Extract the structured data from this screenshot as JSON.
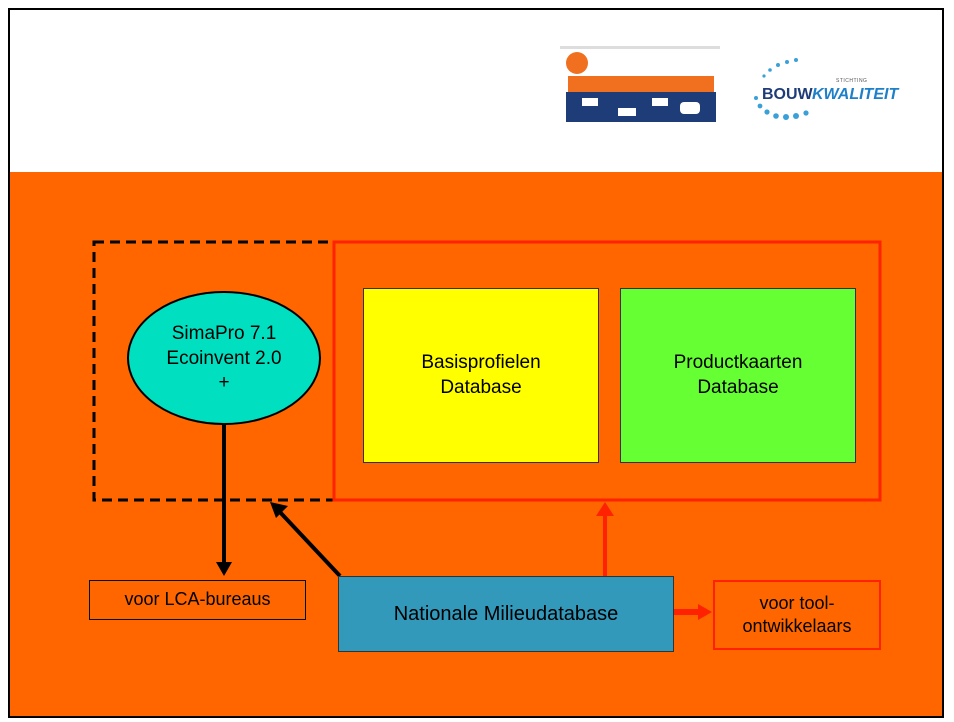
{
  "logos": {
    "isso": "isso",
    "bouwkwaliteit_small": "STICHTING",
    "bouwkwaliteit_main_a": "BOUW",
    "bouwkwaliteit_main_b": "KWALITEIT"
  },
  "diagram": {
    "simapro": {
      "line1": "SimaPro 7.1",
      "line2": "Ecoinvent 2.0",
      "line3": "+"
    },
    "basisprofielen": {
      "line1": "Basisprofielen",
      "line2": "Database"
    },
    "productkaarten": {
      "line1": "Productkaarten",
      "line2": "Database"
    },
    "nationale": "Nationale Milieudatabase",
    "lca": "voor LCA-bureaus",
    "tool": {
      "line1": "voor tool-",
      "line2": "ontwikkelaars"
    }
  },
  "colors": {
    "background_band": "#ff6600",
    "ellipse": "#00e0c0",
    "basisprofielen": "#ffff00",
    "productkaarten": "#66ff33",
    "nationale": "#3399bb",
    "red": "#ff2200",
    "isso_orange": "#f07020",
    "isso_blue": "#1e3c78"
  }
}
